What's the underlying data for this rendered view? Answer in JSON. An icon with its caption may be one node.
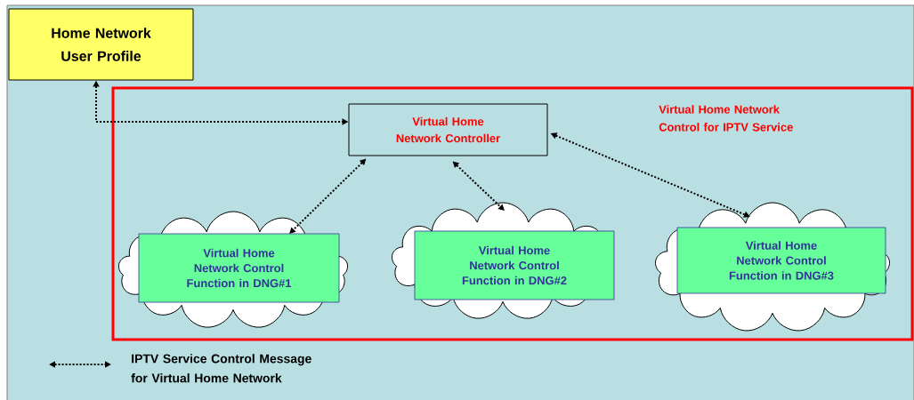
{
  "diagram": {
    "nodes": [
      {
        "text": [
          "Home Network User Profile"
        ]
      },
      {
        "text": [
          "Virtual Home Network Control for IPTV Service"
        ]
      },
      {
        "text": [
          "Virtual Home Network Controller"
        ],
        "in": 1
      },
      {
        "text": [],
        "shape": "cloud",
        "in": 1
      },
      {
        "text": [
          "Virtual Home Network Control Function in DNG#1"
        ],
        "in": 3
      },
      {
        "text": [],
        "shape": "cloud",
        "in": 1
      },
      {
        "text": [
          "Virtual Home Network Control Function in DNG#2"
        ],
        "in": 5
      },
      {
        "text": [],
        "shape": "cloud",
        "in": 1
      },
      {
        "text": [
          "Virtual Home Network Control Function in DNG#3"
        ],
        "in": 7
      }
    ],
    "edges": [
      {
        "from": 0,
        "to": 2,
        "arrow": "both"
      },
      {
        "from": 2,
        "to": 3,
        "arrow": "both"
      },
      {
        "from": 2,
        "to": 5,
        "arrow": "both"
      },
      {
        "from": 2,
        "to": 7,
        "arrow": "both"
      }
    ],
    "legend": [
      {
        "text": "IPTV Service Control Message for Virtual Home Network"
      }
    ]
  }
}
